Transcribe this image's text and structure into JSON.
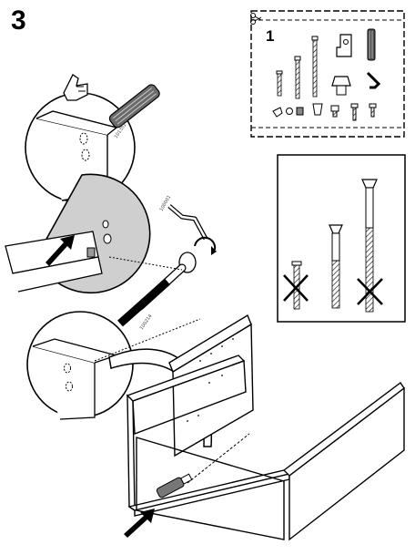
{
  "page": {
    "step_number": "3",
    "bag_number": "1"
  },
  "parts": {
    "dowel_code": "101352",
    "allen_key_code": "100001",
    "cam_bolt_code": "100214"
  },
  "icons": [
    "hand-icon",
    "arrow-icon",
    "cross-icon",
    "scissors-icon"
  ],
  "colors": {
    "ink": "#000000",
    "detail_gray": "#cfcfcf",
    "bolt_gray": "#9a9a9a"
  }
}
